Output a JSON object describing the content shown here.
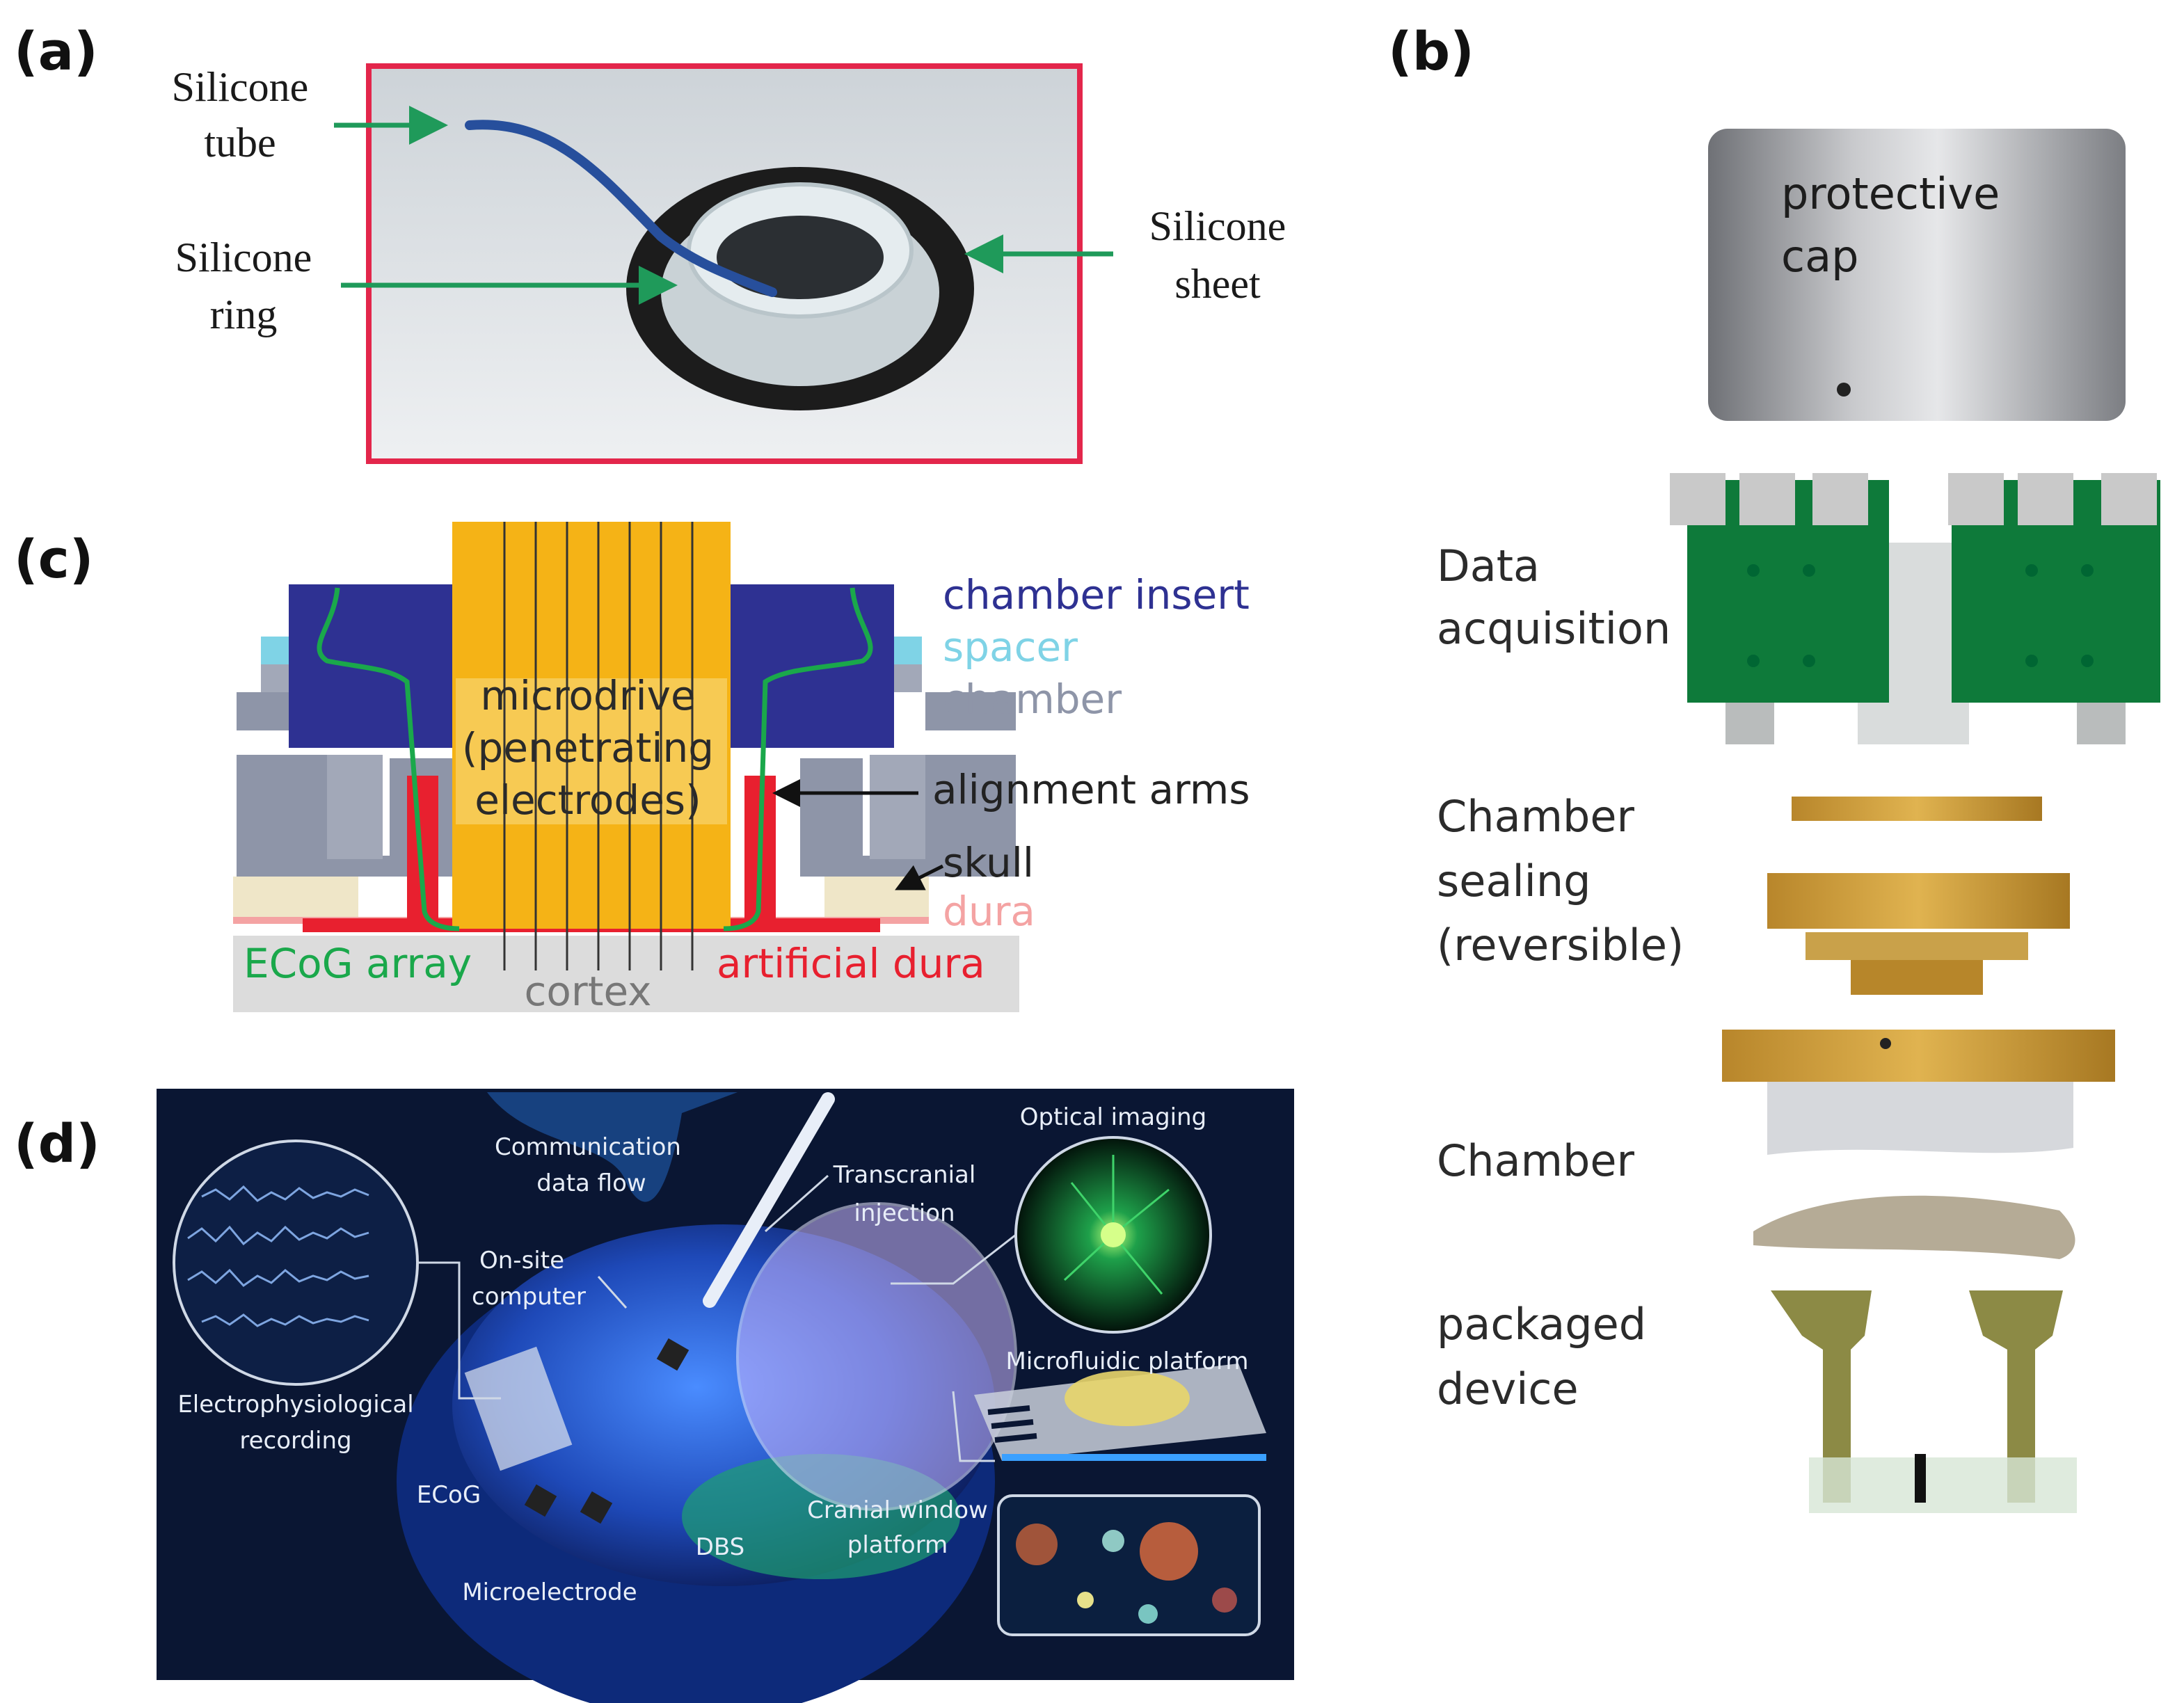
{
  "panels": {
    "a": {
      "letter": "(a)",
      "labels": {
        "tube": [
          "Silicone",
          "tube"
        ],
        "ring": [
          "Silicone",
          "ring"
        ],
        "sheet": [
          "Silicone",
          "sheet"
        ]
      }
    },
    "b": {
      "letter": "(b)",
      "cap_text": [
        "protective",
        "cap"
      ],
      "labels": {
        "data_acquisition": [
          "Data",
          "acquisition"
        ],
        "chamber_sealing": [
          "Chamber",
          "sealing",
          "(reversible)"
        ],
        "chamber": "Chamber",
        "packaged_device": [
          "packaged",
          "device"
        ]
      }
    },
    "c": {
      "letter": "(c)",
      "labels": {
        "chamber_insert": "chamber insert",
        "spacer": "spacer",
        "chamber": "chamber",
        "microdrive": [
          "microdrive",
          "(penetrating",
          "electrodes)"
        ],
        "alignment_arms": "alignment arms",
        "skull": "skull",
        "dura": "dura",
        "ecog_array": "ECoG array",
        "artificial_dura": "artificial dura",
        "cortex": "cortex"
      },
      "colors": {
        "chamber_insert": "#2e3192",
        "spacer": "#7fd3e6",
        "chamber": "#8e95a8",
        "microdrive": "#f5b316",
        "ecog": "#1aa84b",
        "artificial_dura": "#e8202f",
        "dura": "#f4a3a3",
        "skull": "#efe6c8",
        "cortex": "#dcdcdc"
      }
    },
    "d": {
      "letter": "(d)",
      "labels": {
        "communication": [
          "Communication",
          "data flow"
        ],
        "injection": [
          "Transcranial",
          "injection"
        ],
        "optical": "Optical imaging",
        "onsite": [
          "On-site",
          "computer"
        ],
        "ephys": [
          "Electrophysiological",
          "recording"
        ],
        "microfluidic": "Microfluidic platform",
        "ecog": "ECoG",
        "dbs": "DBS",
        "cranial_window": [
          "Cranial window",
          "platform"
        ],
        "microelectrode": "Microelectrode"
      }
    }
  }
}
